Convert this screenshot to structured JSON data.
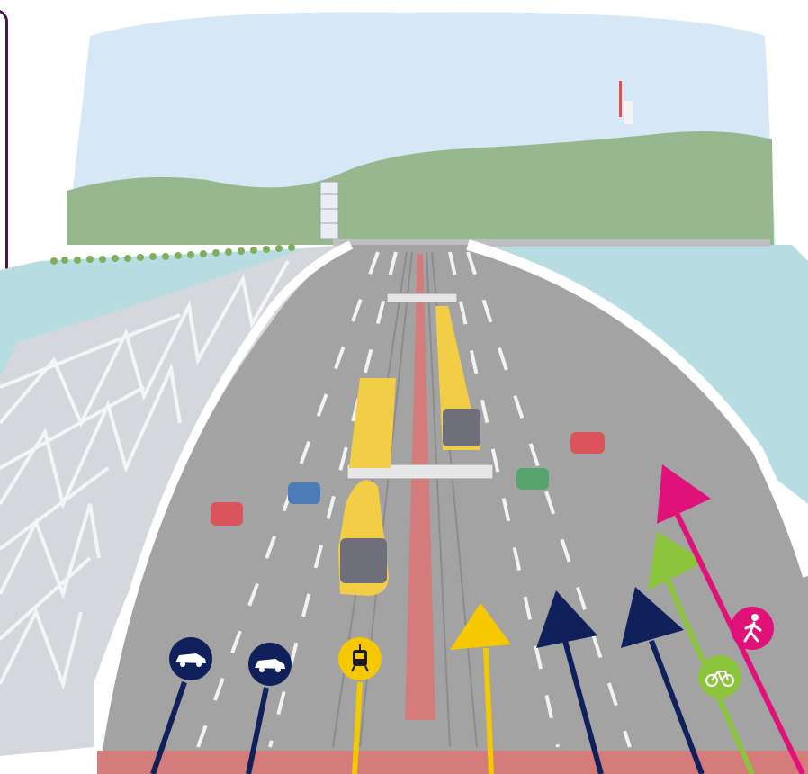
{
  "colors": {
    "sky": "#d6e7f6",
    "hill": "#97b88f",
    "water": "#b7dde2",
    "road": "#a3a3a3",
    "median": "#d47b7b",
    "tram": "#f2cd46",
    "car_lane": "#10205a",
    "tram_lane": "#f5c800",
    "bike_lane": "#8cc43d",
    "pedestrian_lane": "#e0127a",
    "panel_border": "#4a1552"
  },
  "legend_icons": [
    {
      "name": "car-icon",
      "color": "#10205a"
    },
    {
      "name": "car-icon",
      "color": "#10205a"
    },
    {
      "name": "tram-icon",
      "color": "#f5c800"
    },
    {
      "name": "bicycle-icon",
      "color": "#8cc43d"
    },
    {
      "name": "pedestrian-icon",
      "color": "#e0127a"
    }
  ],
  "lane_arrows": [
    {
      "name": "tram-lane-arrow",
      "color": "#f5c800"
    },
    {
      "name": "car-lane-arrow",
      "color": "#10205a"
    },
    {
      "name": "car-lane-arrow",
      "color": "#10205a"
    },
    {
      "name": "bike-lane-arrow",
      "color": "#8cc43d"
    },
    {
      "name": "pedestrian-lane-arrow",
      "color": "#e0127a"
    }
  ]
}
